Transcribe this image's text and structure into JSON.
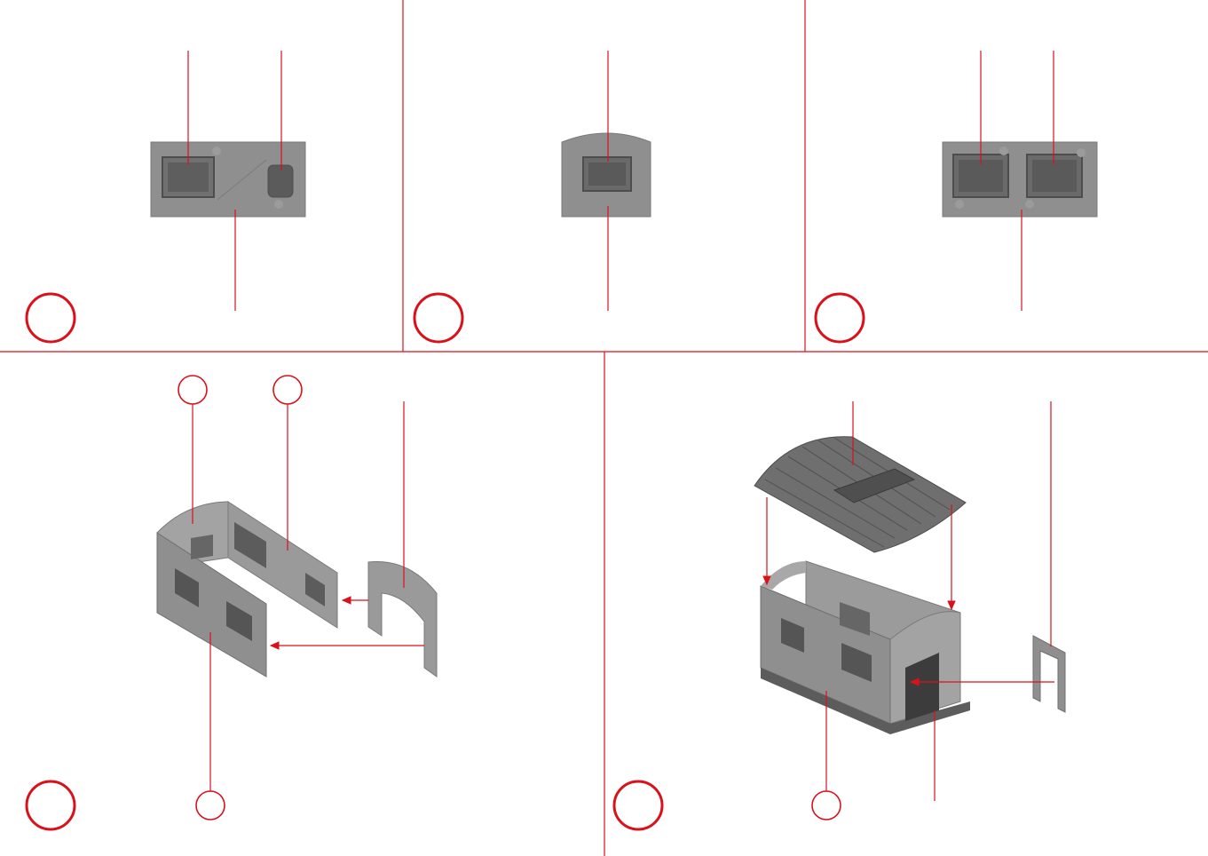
{
  "document": {
    "type": "assembly-instructions",
    "steps": [
      {
        "panel": "top-left",
        "parts": [
          "wall-with-window-and-small-window"
        ]
      },
      {
        "panel": "top-middle",
        "parts": [
          "end-wall-with-window"
        ]
      },
      {
        "panel": "top-right",
        "parts": [
          "wall-with-two-windows"
        ]
      },
      {
        "panel": "bottom-left",
        "parts": [
          "u-shaped-walls",
          "end-wall-with-door"
        ]
      },
      {
        "panel": "bottom-right",
        "parts": [
          "roof",
          "house-body",
          "door"
        ]
      }
    ]
  },
  "colors": {
    "accent": "#d9111b",
    "part_gray": "#8f8f8f",
    "part_dark": "#5c5c5c",
    "part_light": "#a8a8a8"
  }
}
